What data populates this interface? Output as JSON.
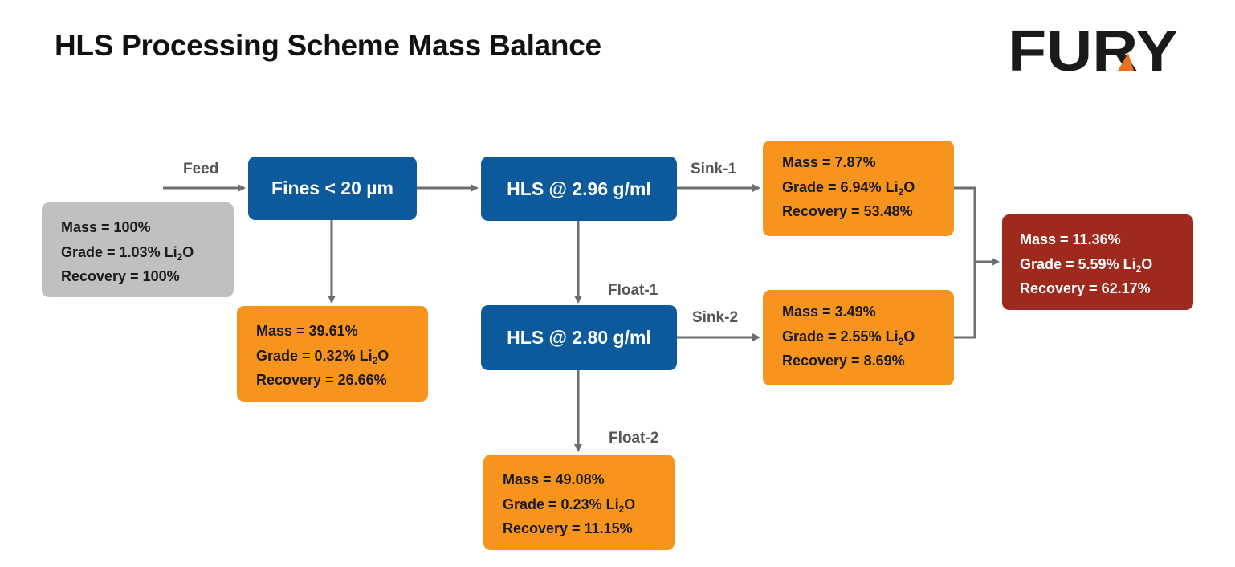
{
  "title": "HLS Processing Scheme Mass Balance",
  "logo": {
    "text": "FURY",
    "colors": {
      "text": "#1a1a1a",
      "accent": "#e8731a"
    }
  },
  "colors": {
    "process": "#0c5a9c",
    "feed": "#bfc0c2",
    "product": "#f7941d",
    "combined": "#9e2a1e",
    "connector": "#6d6e70"
  },
  "flow_labels": {
    "feed": "Feed",
    "sink1": "Sink-1",
    "float1": "Float-1",
    "sink2": "Sink-2",
    "float2": "Float-2"
  },
  "process_steps": {
    "fines": "Fines < 20 µm",
    "hls1": "HLS @ 2.96 g/ml",
    "hls2": "HLS @ 2.80 g/ml"
  },
  "streams": {
    "feed": {
      "mass": "Mass = 100%",
      "grade": "Grade = 1.03% Li",
      "grade_sub": "2",
      "grade_tail": "O",
      "recovery": "Recovery = 100%"
    },
    "fines": {
      "mass": "Mass = 39.61%",
      "grade": "Grade = 0.32% Li",
      "grade_sub": "2",
      "grade_tail": "O",
      "recovery": "Recovery = 26.66%"
    },
    "sink1": {
      "mass": "Mass = 7.87%",
      "grade": "Grade = 6.94% Li",
      "grade_sub": "2",
      "grade_tail": "O",
      "recovery": "Recovery = 53.48%"
    },
    "sink2": {
      "mass": "Mass = 3.49%",
      "grade": "Grade = 2.55% Li",
      "grade_sub": "2",
      "grade_tail": "O",
      "recovery": "Recovery = 8.69%"
    },
    "float2": {
      "mass": "Mass = 49.08%",
      "grade": "Grade = 0.23% Li",
      "grade_sub": "2",
      "grade_tail": "O",
      "recovery": "Recovery = 11.15%"
    },
    "combined": {
      "mass": "Mass = 11.36%",
      "grade": "Grade = 5.59% Li",
      "grade_sub": "2",
      "grade_tail": "O",
      "recovery": "Recovery = 62.17%"
    }
  }
}
